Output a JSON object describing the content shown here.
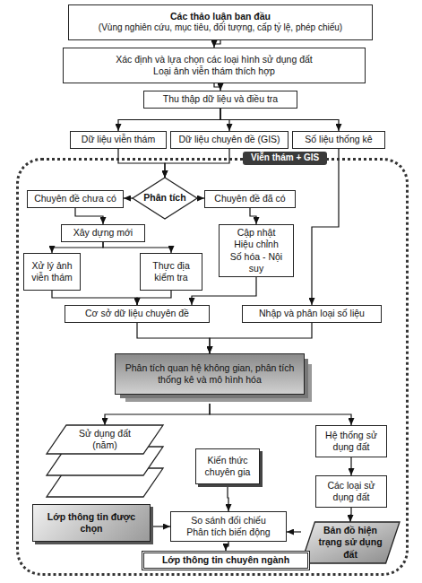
{
  "diagram": {
    "nodes": [
      {
        "text": [
          "Các thảo luận ban đầu",
          "(Vùng nghiên cứu, mục tiêu, đối tượng, cấp tỷ lệ, phép chiếu)"
        ]
      },
      {
        "text": [
          "Xác định và lựa chọn các loại hình sử dụng đất",
          "Loại ảnh viễn thám thích hợp"
        ]
      },
      {
        "text": [
          "Thu thập dữ liệu và điều tra"
        ]
      },
      {
        "text": [
          "Dữ liệu viễn thám"
        ]
      },
      {
        "text": [
          "Dữ liệu chuyên đề (GIS)"
        ]
      },
      {
        "text": [
          "Số liệu thống kê"
        ]
      },
      {
        "text": [
          "Viễn thám + GIS"
        ]
      },
      {
        "text": [
          "Chuyên đề chưa có"
        ],
        "in": 6
      },
      {
        "text": [
          "Phân tích"
        ],
        "in": 6
      },
      {
        "text": [
          "Chuyên đề đã có"
        ],
        "in": 6
      },
      {
        "text": [
          "Xây dựng mới"
        ],
        "in": 6
      },
      {
        "text": [
          "Xử lý ảnh viễn thám"
        ],
        "in": 6
      },
      {
        "text": [
          "Thực địa kiểm tra"
        ],
        "in": 6
      },
      {
        "text": [
          "Cập nhật",
          "Hiệu chỉnh",
          "Số hóa - Nội suy"
        ],
        "in": 6
      },
      {
        "text": [
          "Cơ sở dữ liệu chuyên đề"
        ],
        "in": 6
      },
      {
        "text": [
          "Nhập và phân loại số liệu"
        ],
        "in": 6
      },
      {
        "text": [
          "Phân tích quan hệ không gian, phân tích thống kê và mô hình hóa"
        ],
        "in": 6
      },
      {
        "text": [
          "Sử dụng đất (năm)"
        ],
        "in": 6
      },
      {
        "text": [
          "Hệ thống sử dụng đất"
        ],
        "in": 6
      },
      {
        "text": [
          "Kiến thức chuyên gia"
        ],
        "in": 6
      },
      {
        "text": [
          "Các loại sử dụng đất"
        ],
        "in": 6
      },
      {
        "text": [
          "Lớp thông tin được chọn"
        ],
        "in": 6
      },
      {
        "text": [
          "So sánh đối chiếu",
          "Phân tích biến động"
        ],
        "in": 6
      },
      {
        "text": [
          "Bản đồ hiện trạng sử dụng đất"
        ],
        "in": 6
      },
      {
        "text": [
          "Lớp thông tin chuyên ngành"
        ],
        "in": 6
      }
    ],
    "edges": [
      {
        "from": 0,
        "to": 1,
        "arrow": "to"
      },
      {
        "from": 1,
        "to": 2,
        "arrow": "to"
      },
      {
        "from": 2,
        "to": 3,
        "arrow": "to"
      },
      {
        "from": 2,
        "to": 4,
        "arrow": "to"
      },
      {
        "from": 2,
        "to": 5,
        "arrow": "to"
      },
      {
        "from": 3,
        "to": 8,
        "arrow": "to"
      },
      {
        "from": 4,
        "to": 8,
        "arrow": "to"
      },
      {
        "from": 8,
        "to": 7,
        "arrow": "to"
      },
      {
        "from": 8,
        "to": 9,
        "arrow": "to"
      },
      {
        "from": 5,
        "to": 15,
        "arrow": "to"
      },
      {
        "from": 7,
        "to": 10,
        "arrow": "to"
      },
      {
        "from": 10,
        "to": 11,
        "arrow": "to"
      },
      {
        "from": 10,
        "to": 12,
        "arrow": "to"
      },
      {
        "from": 9,
        "to": 13,
        "arrow": "to"
      },
      {
        "from": 11,
        "to": 14,
        "arrow": "to"
      },
      {
        "from": 12,
        "to": 14,
        "arrow": "to"
      },
      {
        "from": 13,
        "to": 14,
        "arrow": "to"
      },
      {
        "from": 14,
        "to": 16,
        "arrow": "to"
      },
      {
        "from": 15,
        "to": 16,
        "arrow": "to"
      },
      {
        "from": 16,
        "to": 17,
        "arrow": "to"
      },
      {
        "from": 16,
        "to": 18,
        "arrow": "to"
      },
      {
        "from": 18,
        "to": 20,
        "arrow": "to"
      },
      {
        "from": 19,
        "to": 22,
        "arrow": "to"
      },
      {
        "from": 21,
        "to": 22,
        "arrow": "to"
      },
      {
        "from": 20,
        "to": 23,
        "arrow": "to"
      },
      {
        "from": 23,
        "to": 22,
        "arrow": "to"
      },
      {
        "from": 22,
        "to": 24,
        "arrow": "to"
      }
    ]
  }
}
